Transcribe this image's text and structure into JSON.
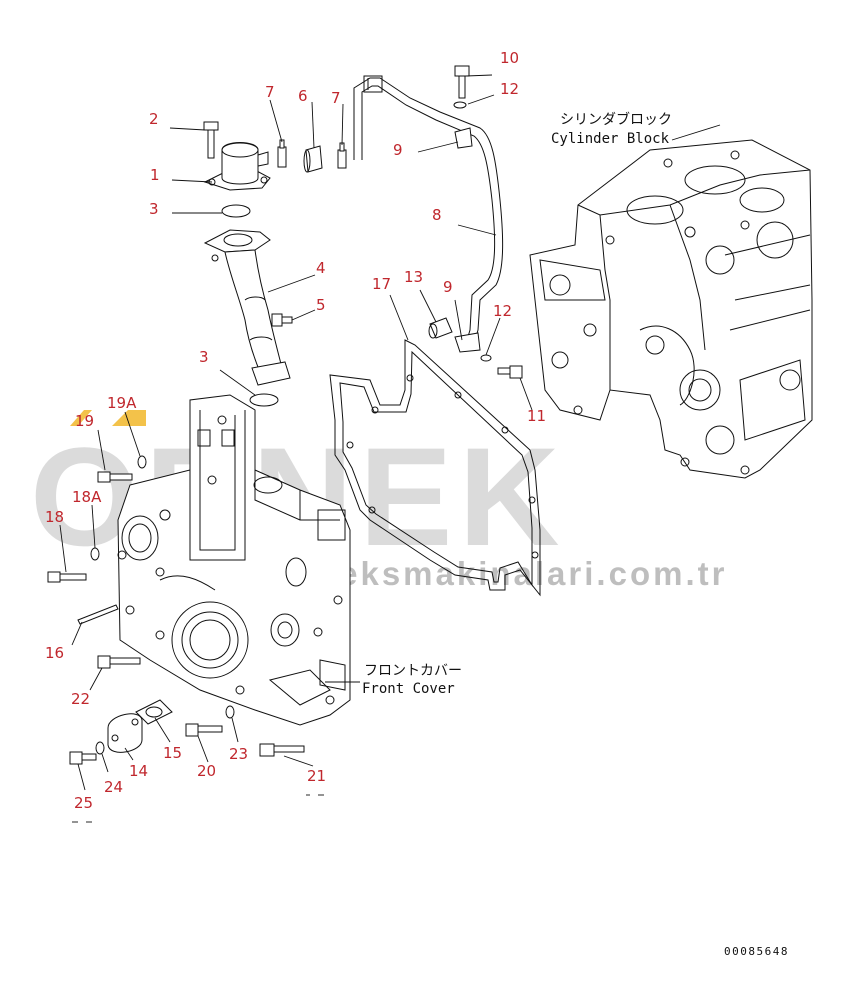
{
  "watermark": {
    "brand": "ORNEK",
    "url": "www.orneksmakinalari.com.tr"
  },
  "assembly_labels": {
    "cylinder_block_jp": "シリンダブロック",
    "cylinder_block_en": "Cylinder Block",
    "front_cover_jp": "フロントカバー",
    "front_cover_en": "Front Cover"
  },
  "drawing_code": "00085648",
  "colors": {
    "label": "#c0272d",
    "line": "#111111",
    "watermark": "#9a9a9a",
    "accent_mark": "#f3c24a"
  },
  "callouts": [
    {
      "id": "c1",
      "text": "1"
    },
    {
      "id": "c2",
      "text": "2"
    },
    {
      "id": "c3a",
      "text": "3"
    },
    {
      "id": "c3b",
      "text": "3"
    },
    {
      "id": "c4",
      "text": "4"
    },
    {
      "id": "c5",
      "text": "5"
    },
    {
      "id": "c6",
      "text": "6"
    },
    {
      "id": "c7a",
      "text": "7"
    },
    {
      "id": "c7b",
      "text": "7"
    },
    {
      "id": "c8",
      "text": "8"
    },
    {
      "id": "c9a",
      "text": "9"
    },
    {
      "id": "c9b",
      "text": "9"
    },
    {
      "id": "c10",
      "text": "10"
    },
    {
      "id": "c11",
      "text": "11"
    },
    {
      "id": "c12a",
      "text": "12"
    },
    {
      "id": "c12b",
      "text": "12"
    },
    {
      "id": "c13",
      "text": "13"
    },
    {
      "id": "c14",
      "text": "14"
    },
    {
      "id": "c15",
      "text": "15"
    },
    {
      "id": "c16",
      "text": "16"
    },
    {
      "id": "c17",
      "text": "17"
    },
    {
      "id": "c18",
      "text": "18"
    },
    {
      "id": "c18A",
      "text": "18A"
    },
    {
      "id": "c19",
      "text": "19"
    },
    {
      "id": "c19A",
      "text": "19A"
    },
    {
      "id": "c20",
      "text": "20"
    },
    {
      "id": "c21",
      "text": "21"
    },
    {
      "id": "c22",
      "text": "22"
    },
    {
      "id": "c23",
      "text": "23"
    },
    {
      "id": "c24",
      "text": "24"
    },
    {
      "id": "c25",
      "text": "25"
    }
  ]
}
